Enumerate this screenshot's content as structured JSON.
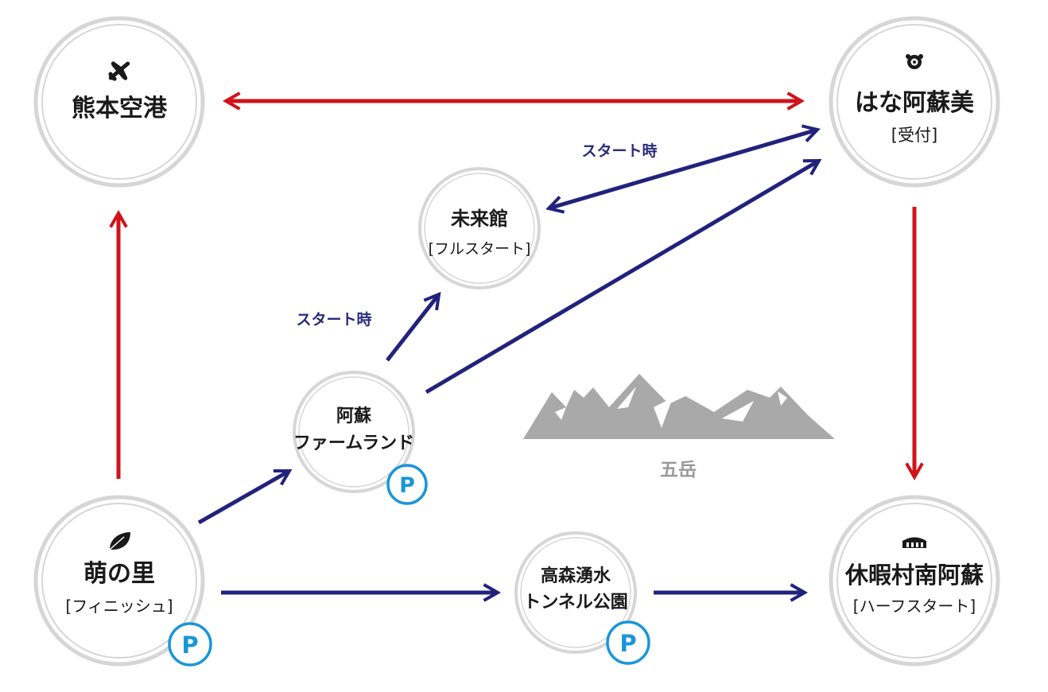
{
  "colors": {
    "red_route": "#d0121b",
    "blue_route": "#22227d",
    "ring": "#d6d6d6",
    "parking": "#1996d8",
    "mountain": "#a9a9a9",
    "text": "#1a1a1a"
  },
  "nodes": {
    "kumamoto_airport": {
      "name": "熊本空港",
      "icon": "airplane-icon"
    },
    "hana_aso": {
      "name": "はな阿蘇美",
      "sub": "[受付]",
      "icon": "rose-icon"
    },
    "miraikan": {
      "name": "未来館",
      "sub": "[フルスタート]"
    },
    "aso_farmland": {
      "line1": "阿蘇",
      "line2": "ファームランド",
      "parking": "P"
    },
    "moe_no_sato": {
      "name": "萌の里",
      "sub": "[フィニッシュ]",
      "icon": "leaf-icon",
      "parking": "P"
    },
    "takamori_tunnel": {
      "line1": "高森湧水",
      "line2": "トンネル公園",
      "parking": "P"
    },
    "kyuka_minami_aso": {
      "name": "休暇村南阿蘇",
      "sub": "[ハーフスタート]",
      "icon": "building-icon"
    }
  },
  "edge_labels": {
    "start_upper": "スタート時",
    "start_lower": "スタート時"
  },
  "landmark": {
    "name": "五岳",
    "icon": "mountain-icon"
  }
}
